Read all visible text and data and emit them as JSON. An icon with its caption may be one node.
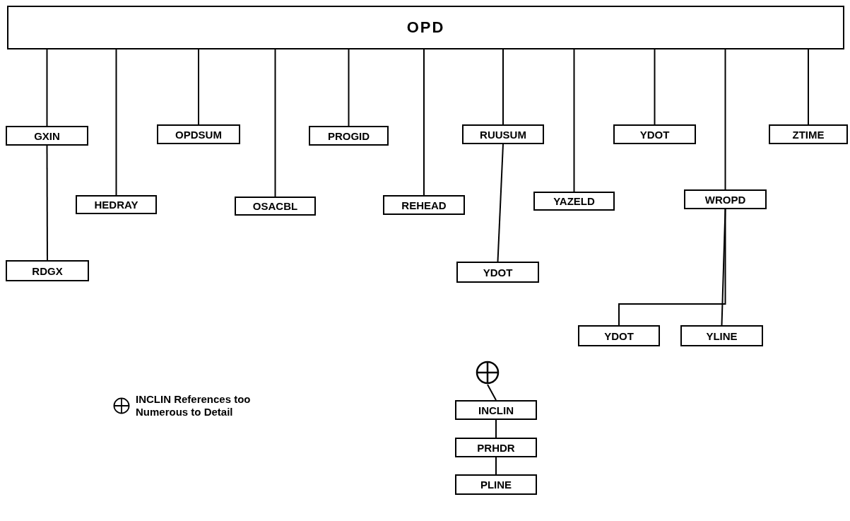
{
  "diagram": {
    "nodes": [
      {
        "text": [
          "OPD"
        ]
      },
      {
        "text": [
          "GXIN"
        ]
      },
      {
        "text": [
          "HEDRAY"
        ]
      },
      {
        "text": [
          "OPDSUM"
        ]
      },
      {
        "text": [
          "OSACBL"
        ]
      },
      {
        "text": [
          "PROGID"
        ]
      },
      {
        "text": [
          "REHEAD"
        ]
      },
      {
        "text": [
          "RUUSUM"
        ]
      },
      {
        "text": [
          "YAZELD"
        ]
      },
      {
        "text": [
          "YDOT"
        ]
      },
      {
        "text": [
          "WROPD"
        ]
      },
      {
        "text": [
          "ZTIME"
        ]
      },
      {
        "text": [
          "RDGX"
        ]
      },
      {
        "text": [
          "YDOT"
        ]
      },
      {
        "text": [
          "YDOT"
        ]
      },
      {
        "text": [
          "YLINE"
        ]
      },
      {
        "text": [],
        "shape": "circle"
      },
      {
        "text": [
          "INCLIN"
        ]
      },
      {
        "text": [
          "PRHDR"
        ]
      },
      {
        "text": [
          "PLINE"
        ]
      }
    ],
    "edges": [
      {
        "from": 0,
        "to": 1,
        "arrow": "none"
      },
      {
        "from": 0,
        "to": 2,
        "arrow": "none"
      },
      {
        "from": 0,
        "to": 3,
        "arrow": "none"
      },
      {
        "from": 0,
        "to": 4,
        "arrow": "none"
      },
      {
        "from": 0,
        "to": 5,
        "arrow": "none"
      },
      {
        "from": 0,
        "to": 6,
        "arrow": "none"
      },
      {
        "from": 0,
        "to": 7,
        "arrow": "none"
      },
      {
        "from": 0,
        "to": 8,
        "arrow": "none"
      },
      {
        "from": 0,
        "to": 9,
        "arrow": "none"
      },
      {
        "from": 0,
        "to": 10,
        "arrow": "none"
      },
      {
        "from": 0,
        "to": 11,
        "arrow": "none"
      },
      {
        "from": 1,
        "to": 12,
        "arrow": "none"
      },
      {
        "from": 7,
        "to": 13,
        "arrow": "none"
      },
      {
        "from": 10,
        "to": 14,
        "arrow": "none"
      },
      {
        "from": 10,
        "to": 15,
        "arrow": "none"
      },
      {
        "from": 16,
        "to": 17,
        "arrow": "none"
      },
      {
        "from": 17,
        "to": 18,
        "arrow": "none"
      },
      {
        "from": 18,
        "to": 19,
        "arrow": "none"
      }
    ],
    "legend": [
      {
        "text": "INCLIN References too Numerous to Detail"
      }
    ]
  }
}
